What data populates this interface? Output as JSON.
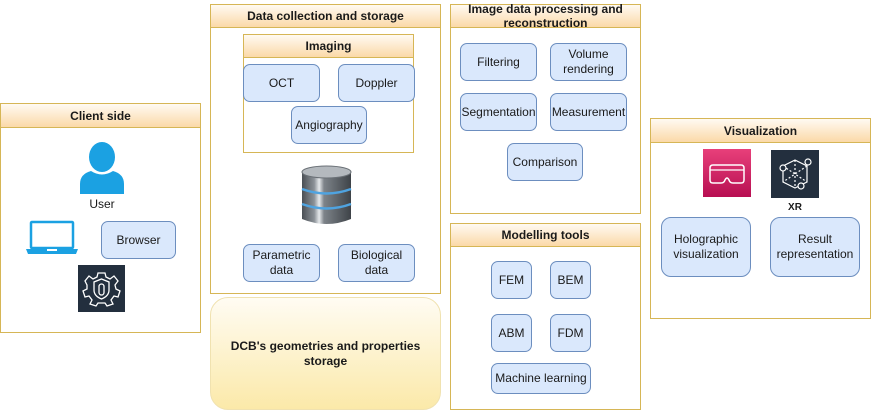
{
  "client_side": {
    "title": "Client side",
    "user_label": "User",
    "browser": "Browser",
    "icons": [
      "user-icon",
      "laptop-icon",
      "security-gear-icon"
    ]
  },
  "data_collection": {
    "title": "Data collection and storage",
    "imaging": {
      "title": "Imaging",
      "items": [
        "OCT",
        "Doppler",
        "Angiography"
      ]
    },
    "database_icon": "database-icon",
    "data_items": [
      "Parametric data",
      "Biological data"
    ]
  },
  "storage": {
    "label": "DCB's geometries and properties storage"
  },
  "image_processing": {
    "title": "Image data processing and reconstruction",
    "items": [
      "Filtering",
      "Volume rendering",
      "Segmentation",
      "Measurement",
      "Comparison"
    ]
  },
  "modelling": {
    "title": "Modelling tools",
    "items": [
      "FEM",
      "BEM",
      "ABM",
      "FDM",
      "Machine learning"
    ]
  },
  "visualization": {
    "title": "Visualization",
    "xr_label": "XR",
    "items": [
      "Holographic visualization",
      "Result representation"
    ],
    "icons": [
      "vr-headset-icon",
      "xr-cube-icon"
    ]
  },
  "colors": {
    "panel_border": "#d6b656",
    "panel_header": "#fbd9a8",
    "node_fill": "#dae8fc",
    "node_border": "#6c8ebf",
    "storage_fill": "#fbe9a9",
    "user_icon": "#1ba1e2",
    "vr_icon_bg": "#c7135a",
    "dark_icon_bg": "#232f3e"
  }
}
